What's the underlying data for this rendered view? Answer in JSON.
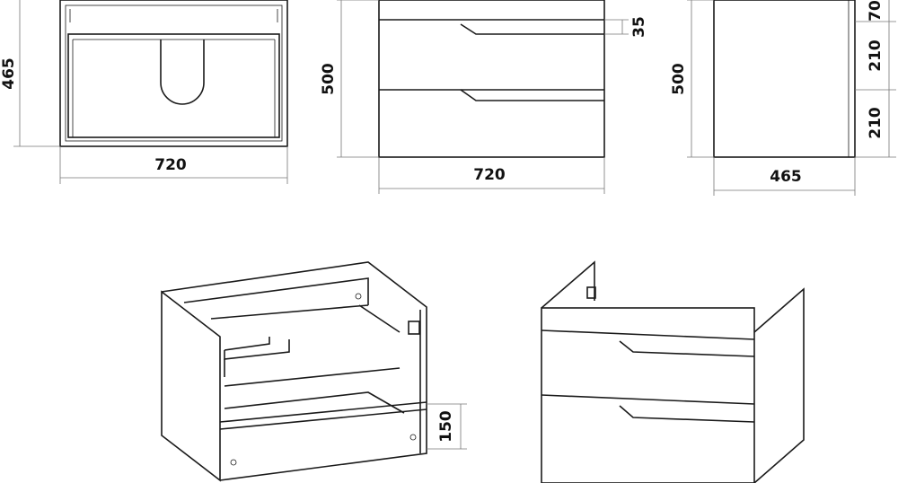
{
  "drawing": {
    "top_view": {
      "width_label": "720",
      "depth_label": "465"
    },
    "front_view": {
      "width_label": "720",
      "height_label": "500",
      "slot_label": "35"
    },
    "side_view": {
      "depth_label": "465",
      "height_label": "500",
      "segments": [
        "70",
        "210",
        "210"
      ]
    },
    "iso_open_view": {
      "drawer_height_label": "150"
    }
  }
}
